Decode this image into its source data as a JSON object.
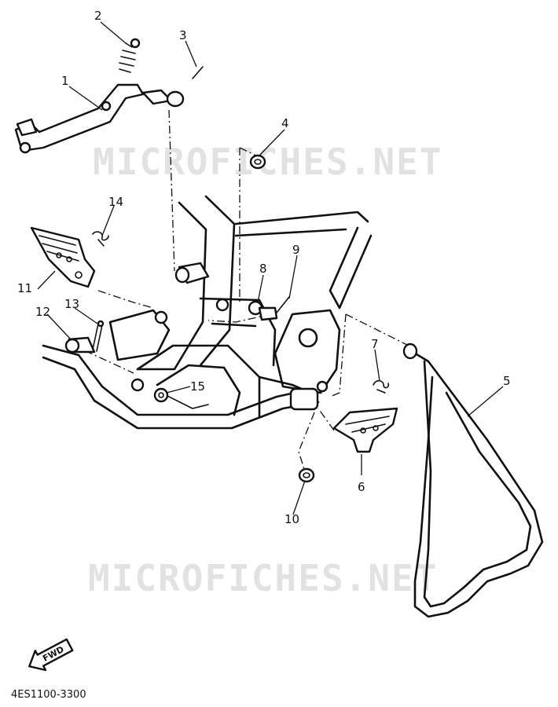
{
  "watermark": "MICROFICHES.NET",
  "diagram_code": "4ES1100-3300",
  "fwd_label": "FWD",
  "callouts": [
    "1",
    "2",
    "3",
    "4",
    "5",
    "6",
    "7",
    "8",
    "9",
    "10",
    "11",
    "12",
    "13",
    "14",
    "15"
  ]
}
